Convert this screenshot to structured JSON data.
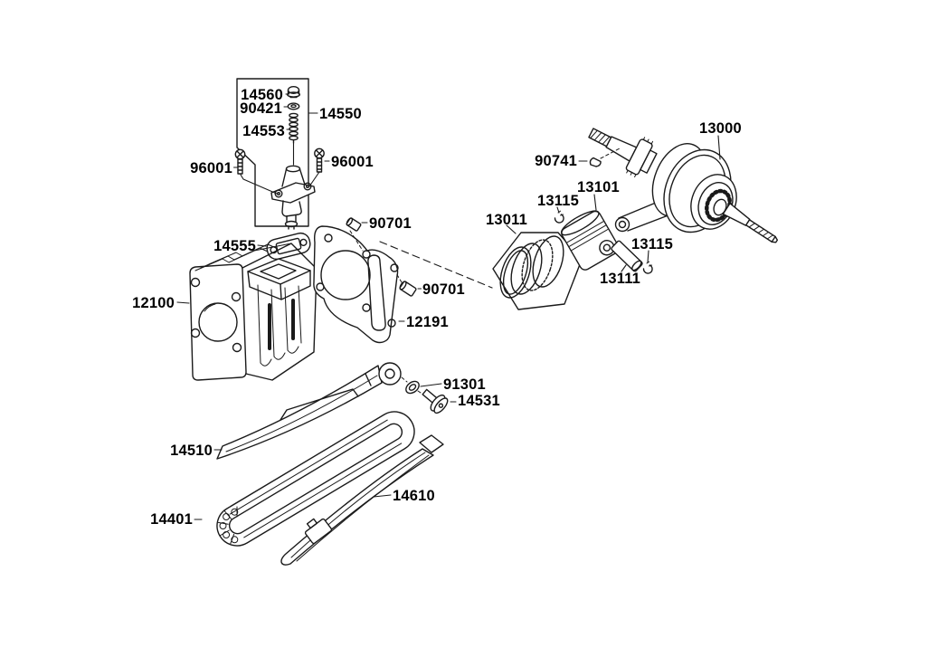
{
  "canvas": {
    "background": "#ffffff",
    "line_color": "#1a1a1a",
    "label_color": "#000000"
  },
  "labels": [
    "14560",
    "90421",
    "14553",
    "14550",
    "96001",
    "96001",
    "14555",
    "12100",
    "90701",
    "90701",
    "12191",
    "13011",
    "13115",
    "13101",
    "13115",
    "13111",
    "13000",
    "90741",
    "91301",
    "14531",
    "14510",
    "14610",
    "14401"
  ]
}
